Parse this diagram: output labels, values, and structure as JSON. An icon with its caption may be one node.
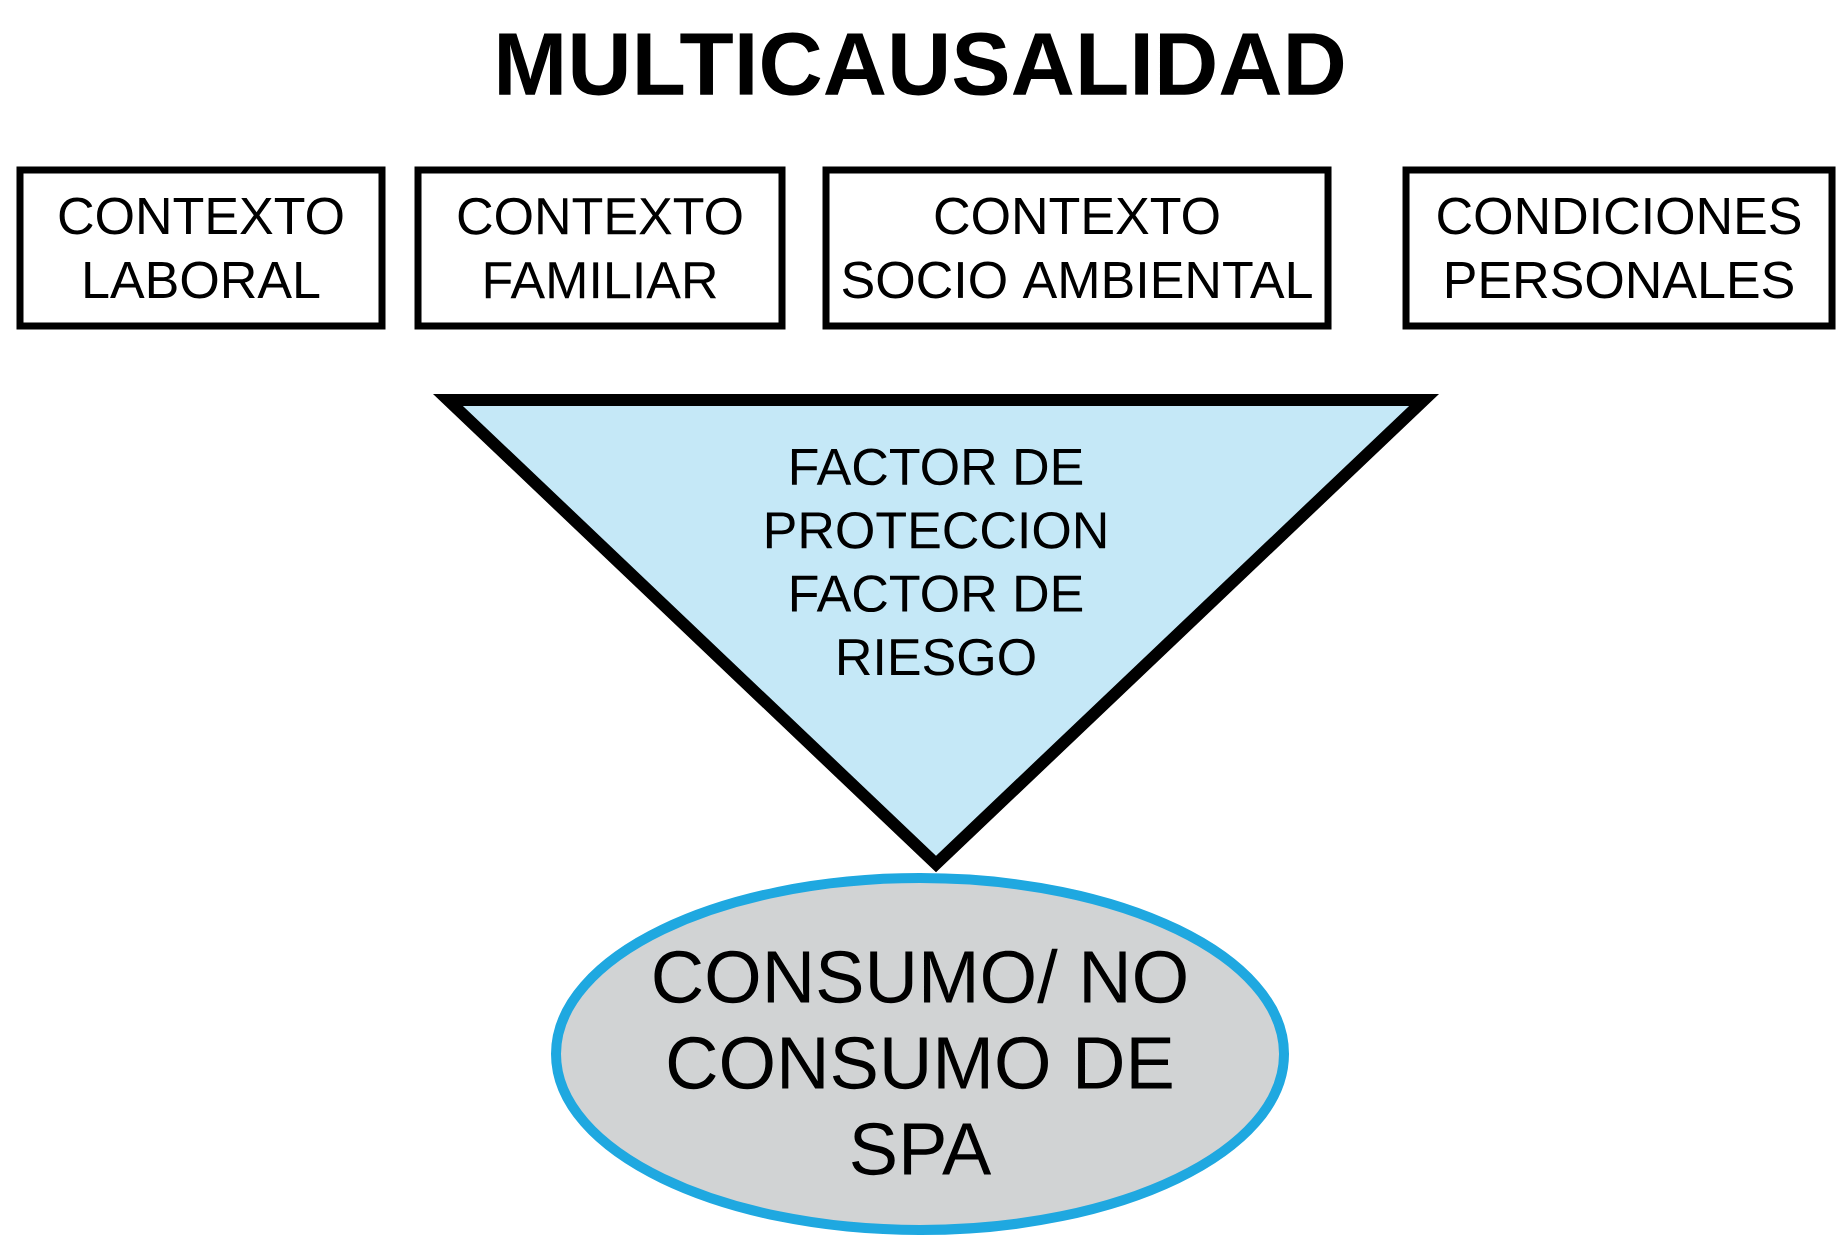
{
  "diagram": {
    "title": "MULTICAUSALIDAD",
    "nodes": [
      {
        "text": [
          "CONTEXTO LABORAL"
        ]
      },
      {
        "text": [
          "CONTEXTO FAMILIAR"
        ]
      },
      {
        "text": [
          "CONTEXTO SOCIO AMBIENTAL"
        ]
      },
      {
        "text": [
          "CONDICIONES PERSONALES"
        ]
      },
      {
        "text": [
          "FACTOR DE PROTECCION",
          "FACTOR DE RIESGO"
        ]
      },
      {
        "text": [
          "CONSUMO/ NO CONSUMO DE SPA"
        ]
      }
    ]
  }
}
